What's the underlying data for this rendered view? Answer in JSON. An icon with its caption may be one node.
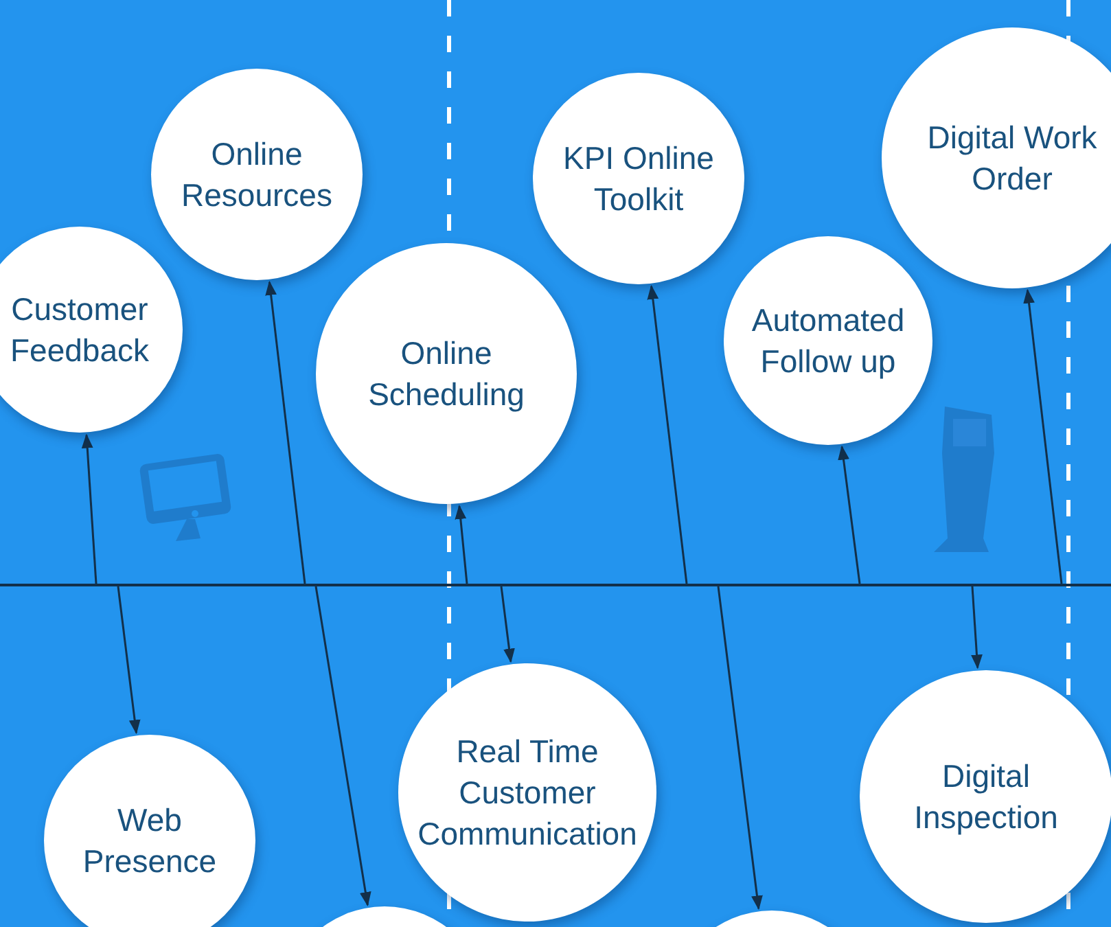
{
  "diagram": {
    "nodes": [
      {
        "text": [
          "Customer Feedback"
        ]
      },
      {
        "text": [
          "Online Resources"
        ]
      },
      {
        "text": [
          "Online Scheduling"
        ]
      },
      {
        "text": [
          "KPI Online Toolkit"
        ]
      },
      {
        "text": [
          "Automated Follow up"
        ]
      },
      {
        "text": [
          "Digital Work Order"
        ]
      },
      {
        "text": [
          "Web Presence"
        ]
      },
      {
        "text": [
          "Real Time Customer Communication"
        ]
      },
      {
        "text": [
          "Digital Inspection"
        ]
      },
      {
        "text": [],
        "shape": "circle"
      },
      {
        "text": [],
        "shape": "circle"
      }
    ],
    "edges": [
      {
        "from": null,
        "to": 0,
        "arrow": "to"
      },
      {
        "from": null,
        "to": 1,
        "arrow": "to"
      },
      {
        "from": null,
        "to": 6,
        "arrow": "to"
      },
      {
        "from": null,
        "to": 9,
        "arrow": "to"
      },
      {
        "from": null,
        "to": 2,
        "arrow": "to"
      },
      {
        "from": null,
        "to": 7,
        "arrow": "to"
      },
      {
        "from": null,
        "to": 3,
        "arrow": "to"
      },
      {
        "from": null,
        "to": 10,
        "arrow": "to"
      },
      {
        "from": null,
        "to": 4,
        "arrow": "to"
      },
      {
        "from": null,
        "to": 8,
        "arrow": "to"
      },
      {
        "from": null,
        "to": 5,
        "arrow": "to"
      }
    ]
  }
}
